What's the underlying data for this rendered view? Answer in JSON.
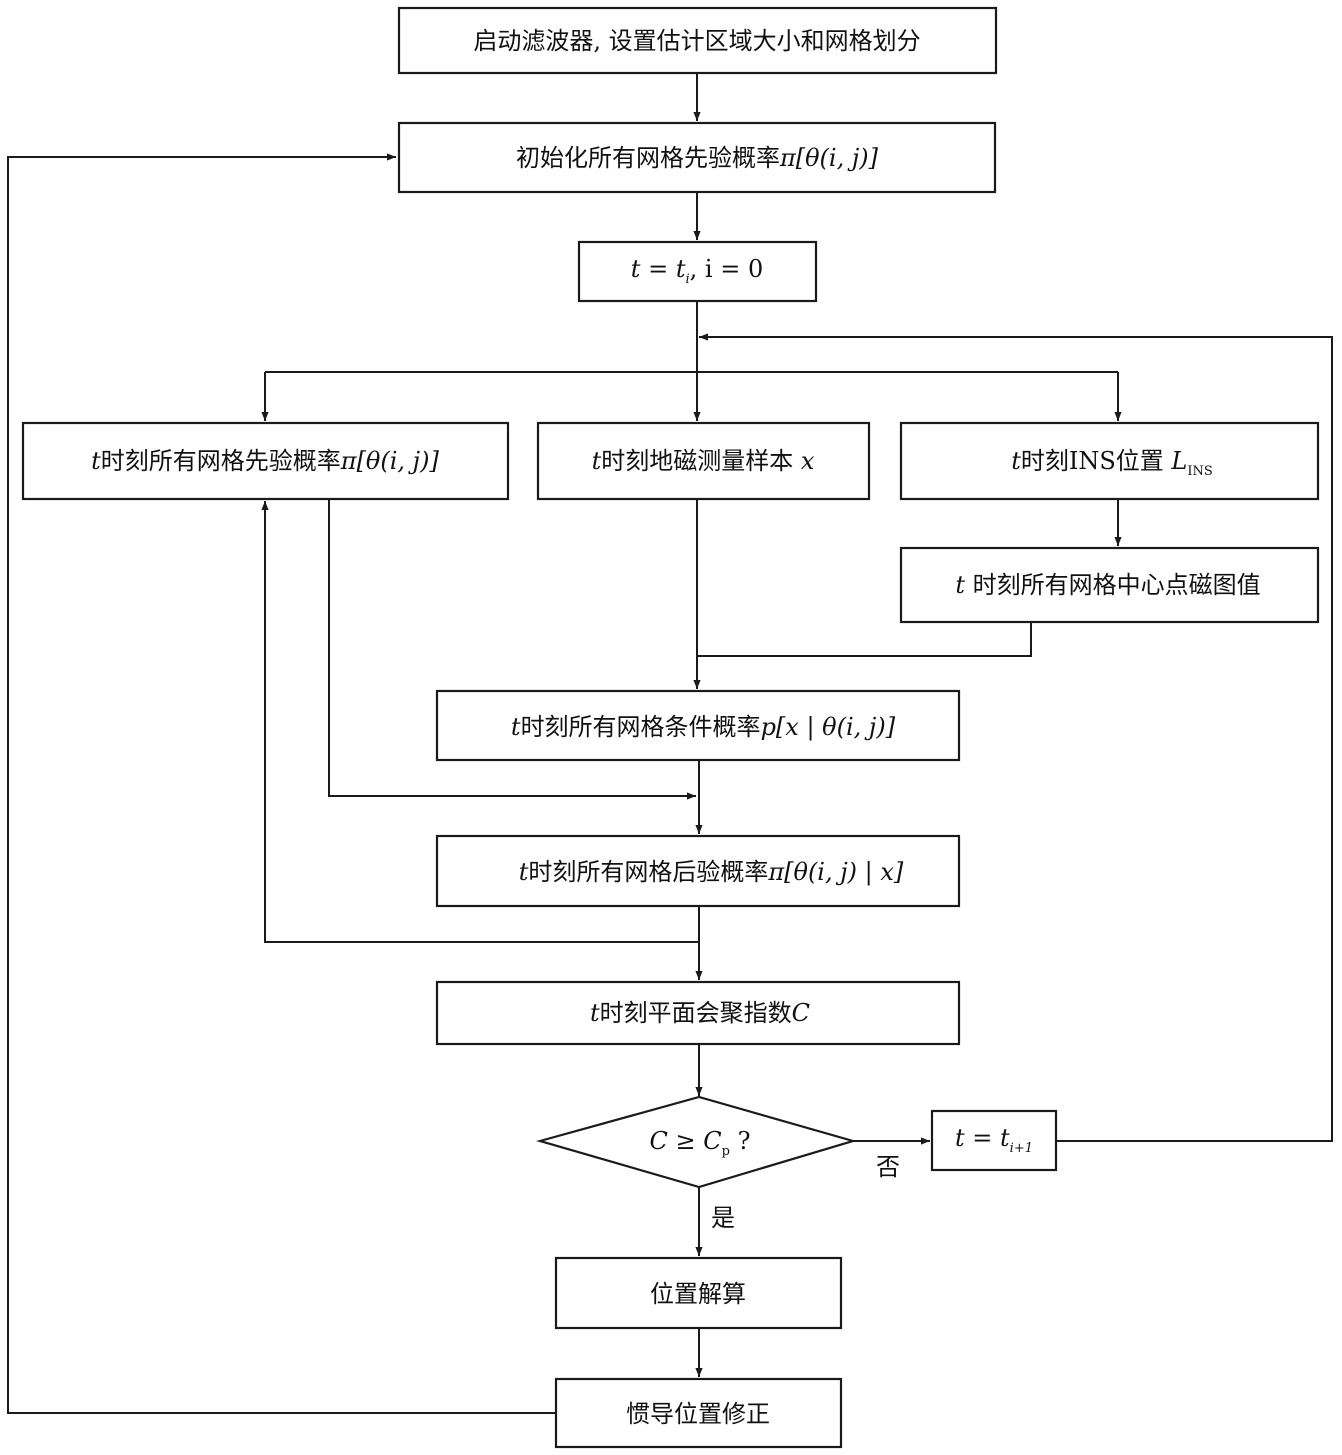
{
  "nodes": {
    "start": "启动滤波器, 设置估计区域大小和网格划分",
    "init": {
      "text": "初始化所有网格先验概率",
      "formula": "π[θ(i, j)]"
    },
    "time_init": {
      "t": "t",
      "eq": " = ",
      "ti": "t",
      "ti_sub": "i",
      "rest": ", i = 0"
    },
    "prior": {
      "t": "t",
      "text": "时刻所有网格先验概率",
      "formula": "π[θ(i, j)]"
    },
    "measure": {
      "t": "t",
      "text": "时刻地磁测量样本",
      "var": " x"
    },
    "ins": {
      "t": "t",
      "text": "时刻INS位置 ",
      "var": "L",
      "sub": "INS"
    },
    "map": {
      "t": "t",
      "text": " 时刻所有网格中心点磁图值"
    },
    "cond": {
      "t": "t",
      "text": "时刻所有网格条件概率",
      "formula": "p[x | θ(i, j)]"
    },
    "post": {
      "t": "t",
      "text": "时刻所有网格后验概率",
      "formula": "π[θ(i, j) | x]"
    },
    "cluster": {
      "t": "t",
      "text": "时刻平面会聚指数",
      "var": "C"
    },
    "decision": {
      "lhs": "C",
      "op": " ≥ ",
      "rhs": "C",
      "rhs_sub": "p",
      "q": " ?"
    },
    "next": {
      "t": "t",
      "eq": " = ",
      "ti": "t",
      "ti_sub": "i+1"
    },
    "solve": "位置解算",
    "correct": "惯导位置修正"
  },
  "edges": {
    "no_label": "否",
    "yes_label": "是"
  }
}
